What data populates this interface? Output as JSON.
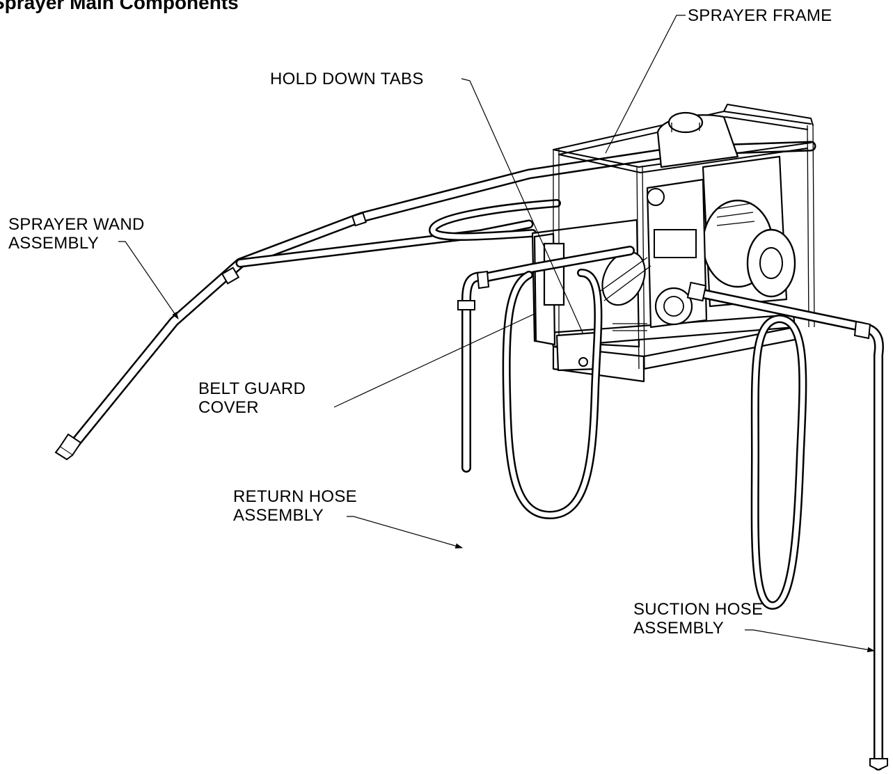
{
  "title": "Sprayer Main Components",
  "labels": {
    "sprayer_frame": "SPRAYER FRAME",
    "hold_down_tabs": "HOLD DOWN TABS",
    "sprayer_wand_line1": "SPRAYER WAND",
    "sprayer_wand_line2": "ASSEMBLY",
    "belt_guard_line1": "BELT GUARD",
    "belt_guard_line2": "COVER",
    "return_hose_line1": "RETURN HOSE",
    "return_hose_line2": "ASSEMBLY",
    "suction_hose_line1": "SUCTION HOSE",
    "suction_hose_line2": "ASSEMBLY"
  }
}
